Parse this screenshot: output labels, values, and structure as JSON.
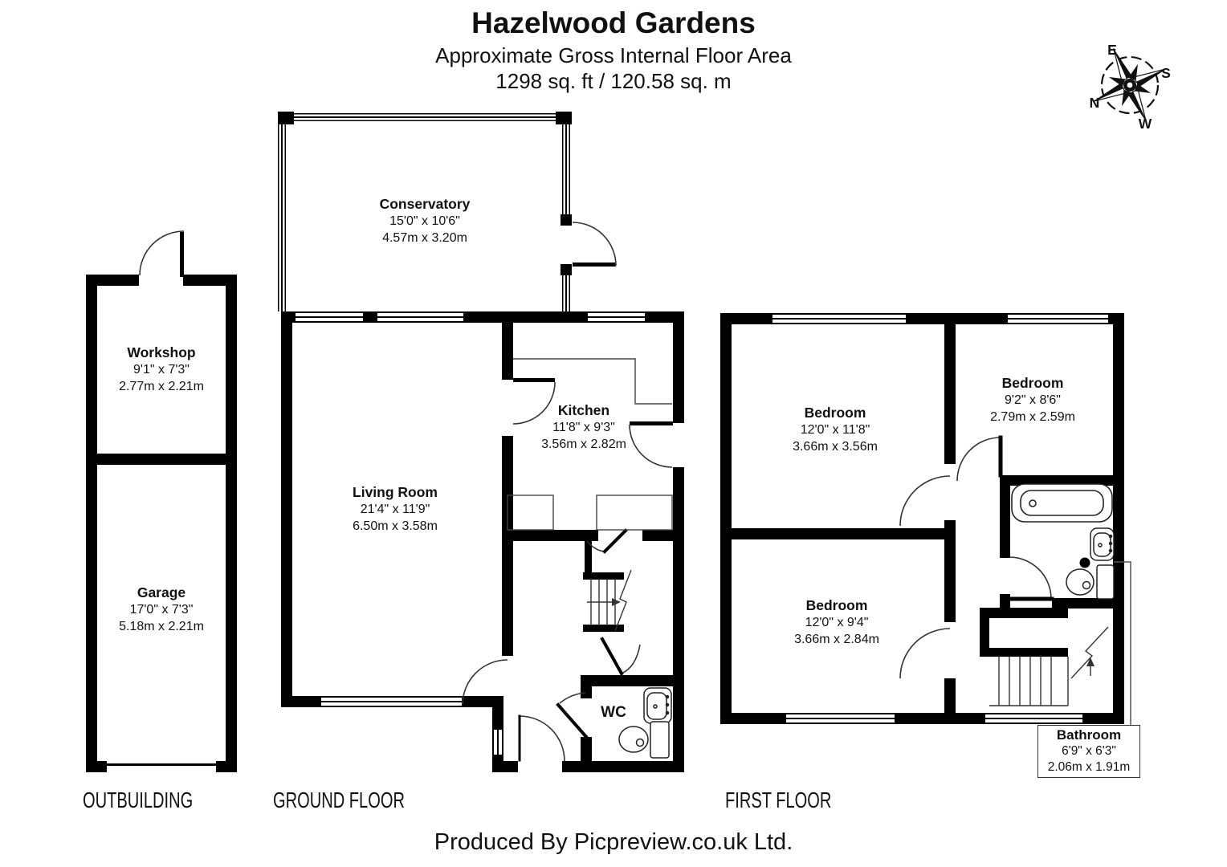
{
  "header": {
    "title": "Hazelwood Gardens",
    "subtitle": "Approximate Gross Internal Floor Area",
    "area": "1298 sq. ft / 120.58 sq. m"
  },
  "compass": {
    "top": "E",
    "right": "S",
    "bottom": "W",
    "left": "N"
  },
  "floors": [
    {
      "label": "OUTBUILDING",
      "rooms": [
        {
          "name": "Workshop",
          "imperial": "9'1\" x 7'3\"",
          "metric": "2.77m x 2.21m"
        },
        {
          "name": "Garage",
          "imperial": "17'0\" x 7'3\"",
          "metric": "5.18m x 2.21m"
        }
      ]
    },
    {
      "label": "GROUND FLOOR",
      "rooms": [
        {
          "name": "Conservatory",
          "imperial": "15'0\" x 10'6\"",
          "metric": "4.57m x 3.20m"
        },
        {
          "name": "Living Room",
          "imperial": "21'4\" x 11'9\"",
          "metric": "6.50m x 3.58m"
        },
        {
          "name": "Kitchen",
          "imperial": "11'8\" x 9'3\"",
          "metric": "3.56m x 2.82m"
        },
        {
          "name": "WC"
        }
      ]
    },
    {
      "label": "FIRST FLOOR",
      "rooms": [
        {
          "name": "Bedroom",
          "imperial": "12'0\" x 11'8\"",
          "metric": "3.66m x 3.56m"
        },
        {
          "name": "Bedroom",
          "imperial": "9'2\" x 8'6\"",
          "metric": "2.79m x 2.59m"
        },
        {
          "name": "Bedroom",
          "imperial": "12'0\" x 9'4\"",
          "metric": "3.66m x 2.84m"
        },
        {
          "name": "Bathroom",
          "imperial": "6'9\" x 6'3\"",
          "metric": "2.06m x 1.91m"
        }
      ]
    }
  ],
  "footer": {
    "text": "Produced By Picpreview.co.uk Ltd."
  }
}
